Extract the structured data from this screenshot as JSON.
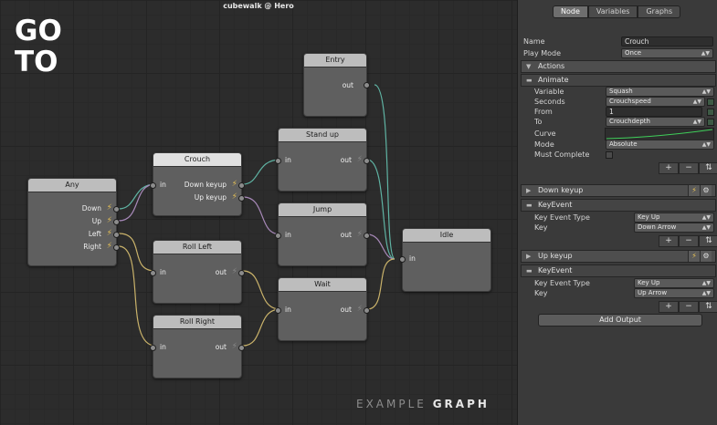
{
  "graph": {
    "title": "cubewalk @ Hero",
    "logo": "GOTO",
    "watermark": {
      "light": "EXAMPLE",
      "bold": "GRAPH"
    },
    "nodes": {
      "entry": {
        "title": "Entry",
        "out": "out"
      },
      "any": {
        "title": "Any",
        "ports": [
          "Down",
          "Up",
          "Left",
          "Right"
        ]
      },
      "crouch": {
        "title": "Crouch",
        "in": "in",
        "outs": [
          "Down keyup",
          "Up keyup"
        ]
      },
      "standup": {
        "title": "Stand up",
        "in": "in",
        "out": "out"
      },
      "jump": {
        "title": "Jump",
        "in": "in",
        "out": "out"
      },
      "rollleft": {
        "title": "Roll Left",
        "in": "in",
        "out": "out"
      },
      "rollright": {
        "title": "Roll Right",
        "in": "in",
        "out": "out"
      },
      "wait": {
        "title": "Wait",
        "in": "in",
        "out": "out"
      },
      "idle": {
        "title": "Idle",
        "in": "in"
      }
    },
    "colors": {
      "wire_teal": "#5fb3a3",
      "wire_yellow": "#c9b26a",
      "wire_purple": "#a889b9",
      "bolt": "#e8c255"
    }
  },
  "inspector": {
    "tabs": [
      "Node",
      "Variables",
      "Graphs"
    ],
    "active_tab": "Node",
    "name_label": "Name",
    "name_value": "Crouch",
    "playmode_label": "Play Mode",
    "playmode_value": "Once",
    "actions_header": "Actions",
    "animate": {
      "header": "Animate",
      "variable_label": "Variable",
      "variable_value": "Squash",
      "seconds_label": "Seconds",
      "seconds_value": "Crouchspeed",
      "from_label": "From",
      "from_value": "1",
      "to_label": "To",
      "to_value": "Crouchdepth",
      "curve_label": "Curve",
      "mode_label": "Mode",
      "mode_value": "Absolute",
      "must_label": "Must Complete"
    },
    "toolbar": {
      "add": "+",
      "remove": "−",
      "move": "⇅"
    },
    "down_keyup": {
      "header": "Down keyup",
      "event_header": "KeyEvent",
      "type_label": "Key Event Type",
      "type_value": "Key Up",
      "key_label": "Key",
      "key_value": "Down Arrow"
    },
    "up_keyup": {
      "header": "Up keyup",
      "event_header": "KeyEvent",
      "type_label": "Key Event Type",
      "type_value": "Key Up",
      "key_label": "Key",
      "key_value": "Up Arrow"
    },
    "add_output": "Add Output"
  }
}
